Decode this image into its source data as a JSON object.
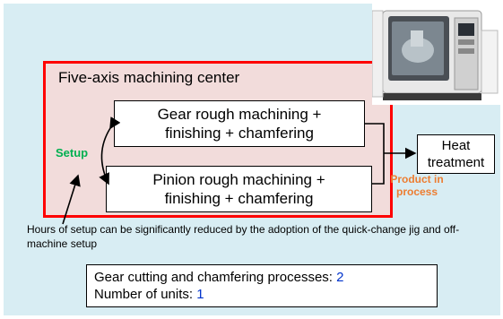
{
  "title": "Five-axis machining center",
  "process_top": {
    "line1": "Gear rough machining +",
    "line2": "finishing + chamfering"
  },
  "process_bottom": {
    "line1": "Pinion rough machining +",
    "line2": "finishing + chamfering"
  },
  "setup_label": "Setup",
  "heat_treatment": {
    "line1": "Heat",
    "line2": "treatment"
  },
  "product_in_process": {
    "line1": "Product in",
    "line2": "process"
  },
  "note": "Hours of setup can be significantly reduced by the adoption of the quick-change jig and off-machine setup",
  "summary": {
    "processes_label": "Gear cutting and chamfering processes: ",
    "processes_value": "2",
    "units_label": "Number of units: ",
    "units_value": "1"
  },
  "colors": {
    "frame": "#ff0000",
    "machine_fill": "#f2dcdb",
    "background": "#d8edf3",
    "setup": "#00b050",
    "product": "#ed7d31",
    "value": "#0033cc"
  },
  "icons": {
    "machine_photo": "cnc-machine-icon"
  }
}
